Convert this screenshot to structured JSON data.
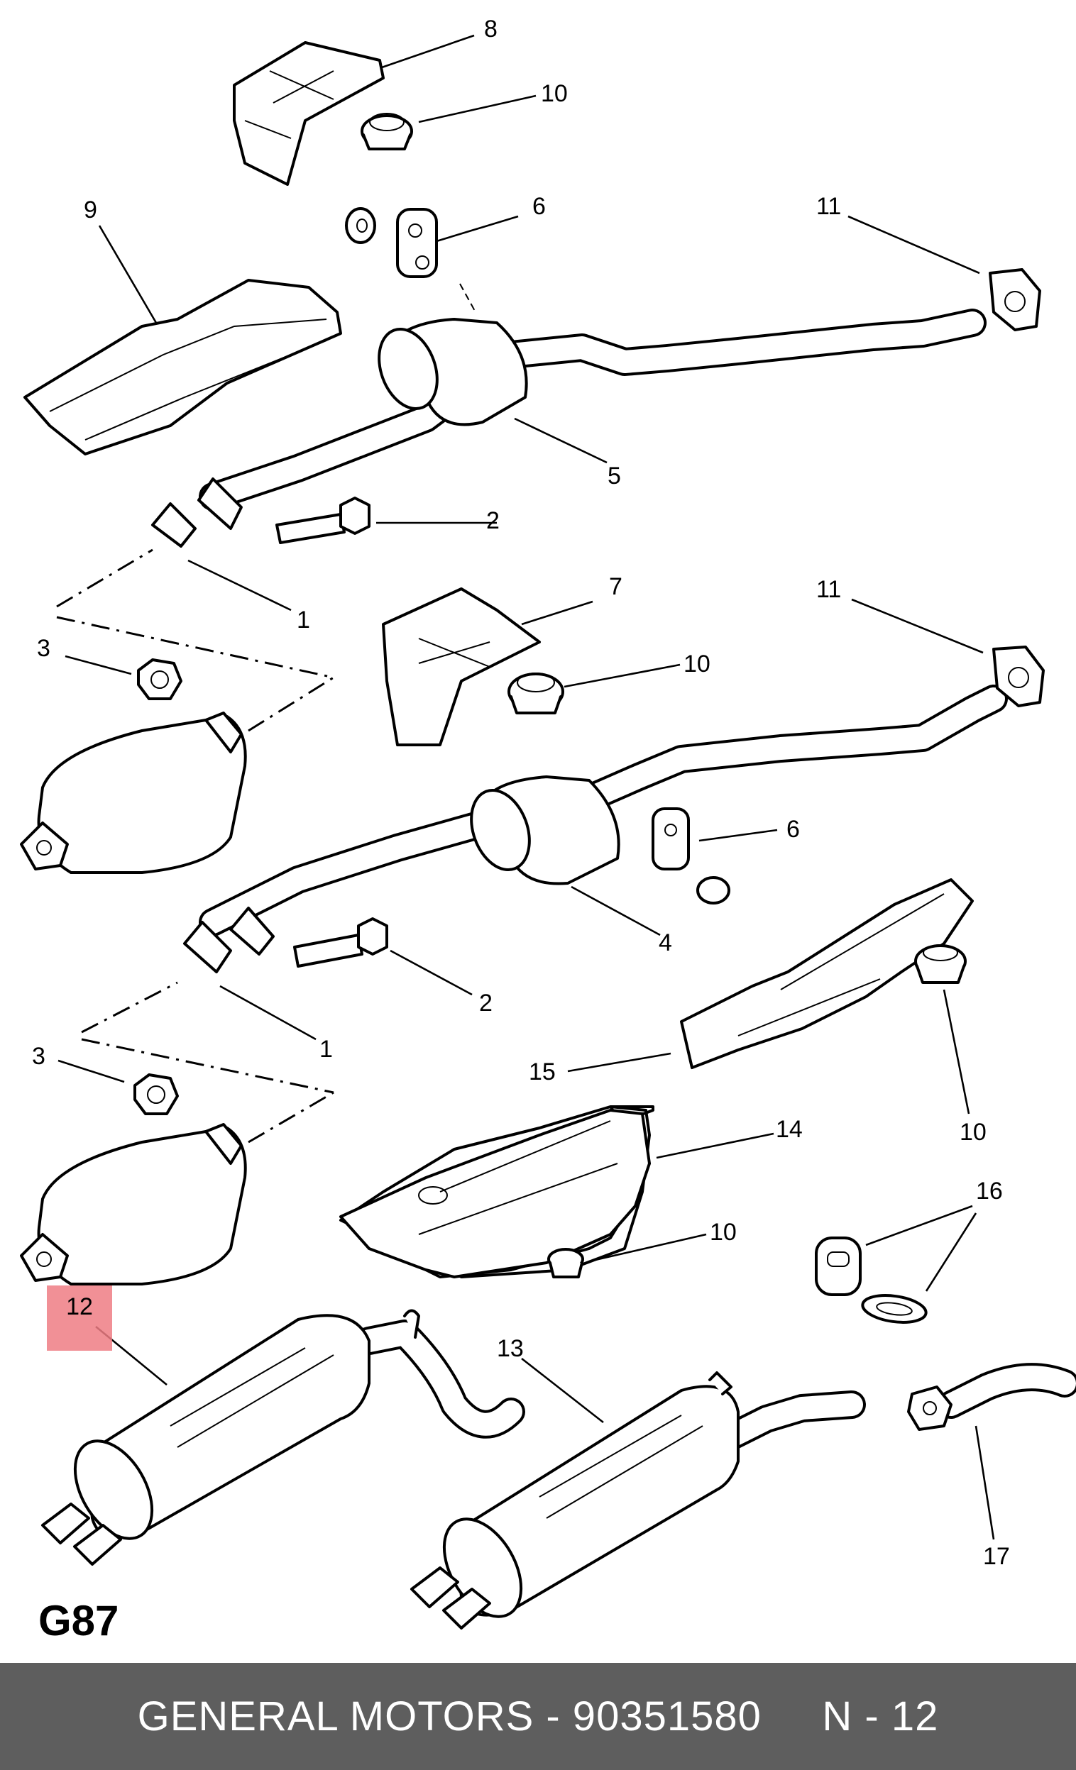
{
  "diagram": {
    "code": "G87",
    "highlighted_callout": "12",
    "highlight_color": "#ef7d84",
    "callouts": {
      "c8": "8",
      "c10a": "10",
      "c9": "9",
      "c6a": "6",
      "c11a": "11",
      "c5": "5",
      "c2a": "2",
      "c1a": "1",
      "c3a": "3",
      "c7": "7",
      "c10b": "10",
      "c11b": "11",
      "c6b": "6",
      "c4": "4",
      "c2b": "2",
      "c1b": "1",
      "c3b": "3",
      "c15": "15",
      "c10c": "10",
      "c14": "14",
      "c10d": "10",
      "c16": "16",
      "c13": "13",
      "c17": "17"
    }
  },
  "footer": {
    "text": "GENERAL MOTORS - 90351580     N - 12",
    "background": "#5e5e5e",
    "color": "#ffffff"
  }
}
